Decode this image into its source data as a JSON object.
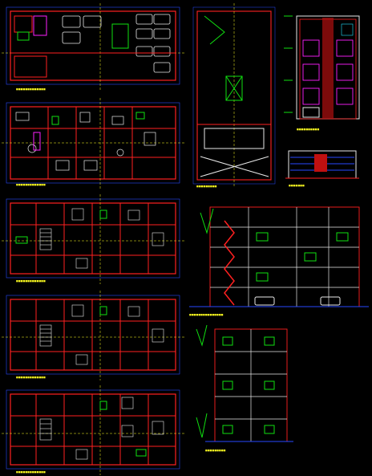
{
  "canvas": {
    "background": "#000000"
  },
  "colors": {
    "walls": "#ff2020",
    "dimensions": "#2848ff",
    "furniture": "#e8e8e8",
    "annotations": "#10e010",
    "text": "#ffff20",
    "accent": "#ff20ff",
    "glazing": "#20e0ff"
  },
  "sheets": [
    {
      "id": "plan-level-1",
      "kind": "floor-plan"
    },
    {
      "id": "plan-level-2",
      "kind": "floor-plan"
    },
    {
      "id": "plan-level-3",
      "kind": "floor-plan"
    },
    {
      "id": "plan-level-4",
      "kind": "floor-plan"
    },
    {
      "id": "plan-level-5",
      "kind": "floor-plan"
    },
    {
      "id": "roof-plan",
      "kind": "roof-plan"
    },
    {
      "id": "front-elevation",
      "kind": "elevation"
    },
    {
      "id": "fence-elevation",
      "kind": "elevation"
    },
    {
      "id": "longitudinal-section",
      "kind": "section"
    },
    {
      "id": "cross-section",
      "kind": "section"
    }
  ]
}
